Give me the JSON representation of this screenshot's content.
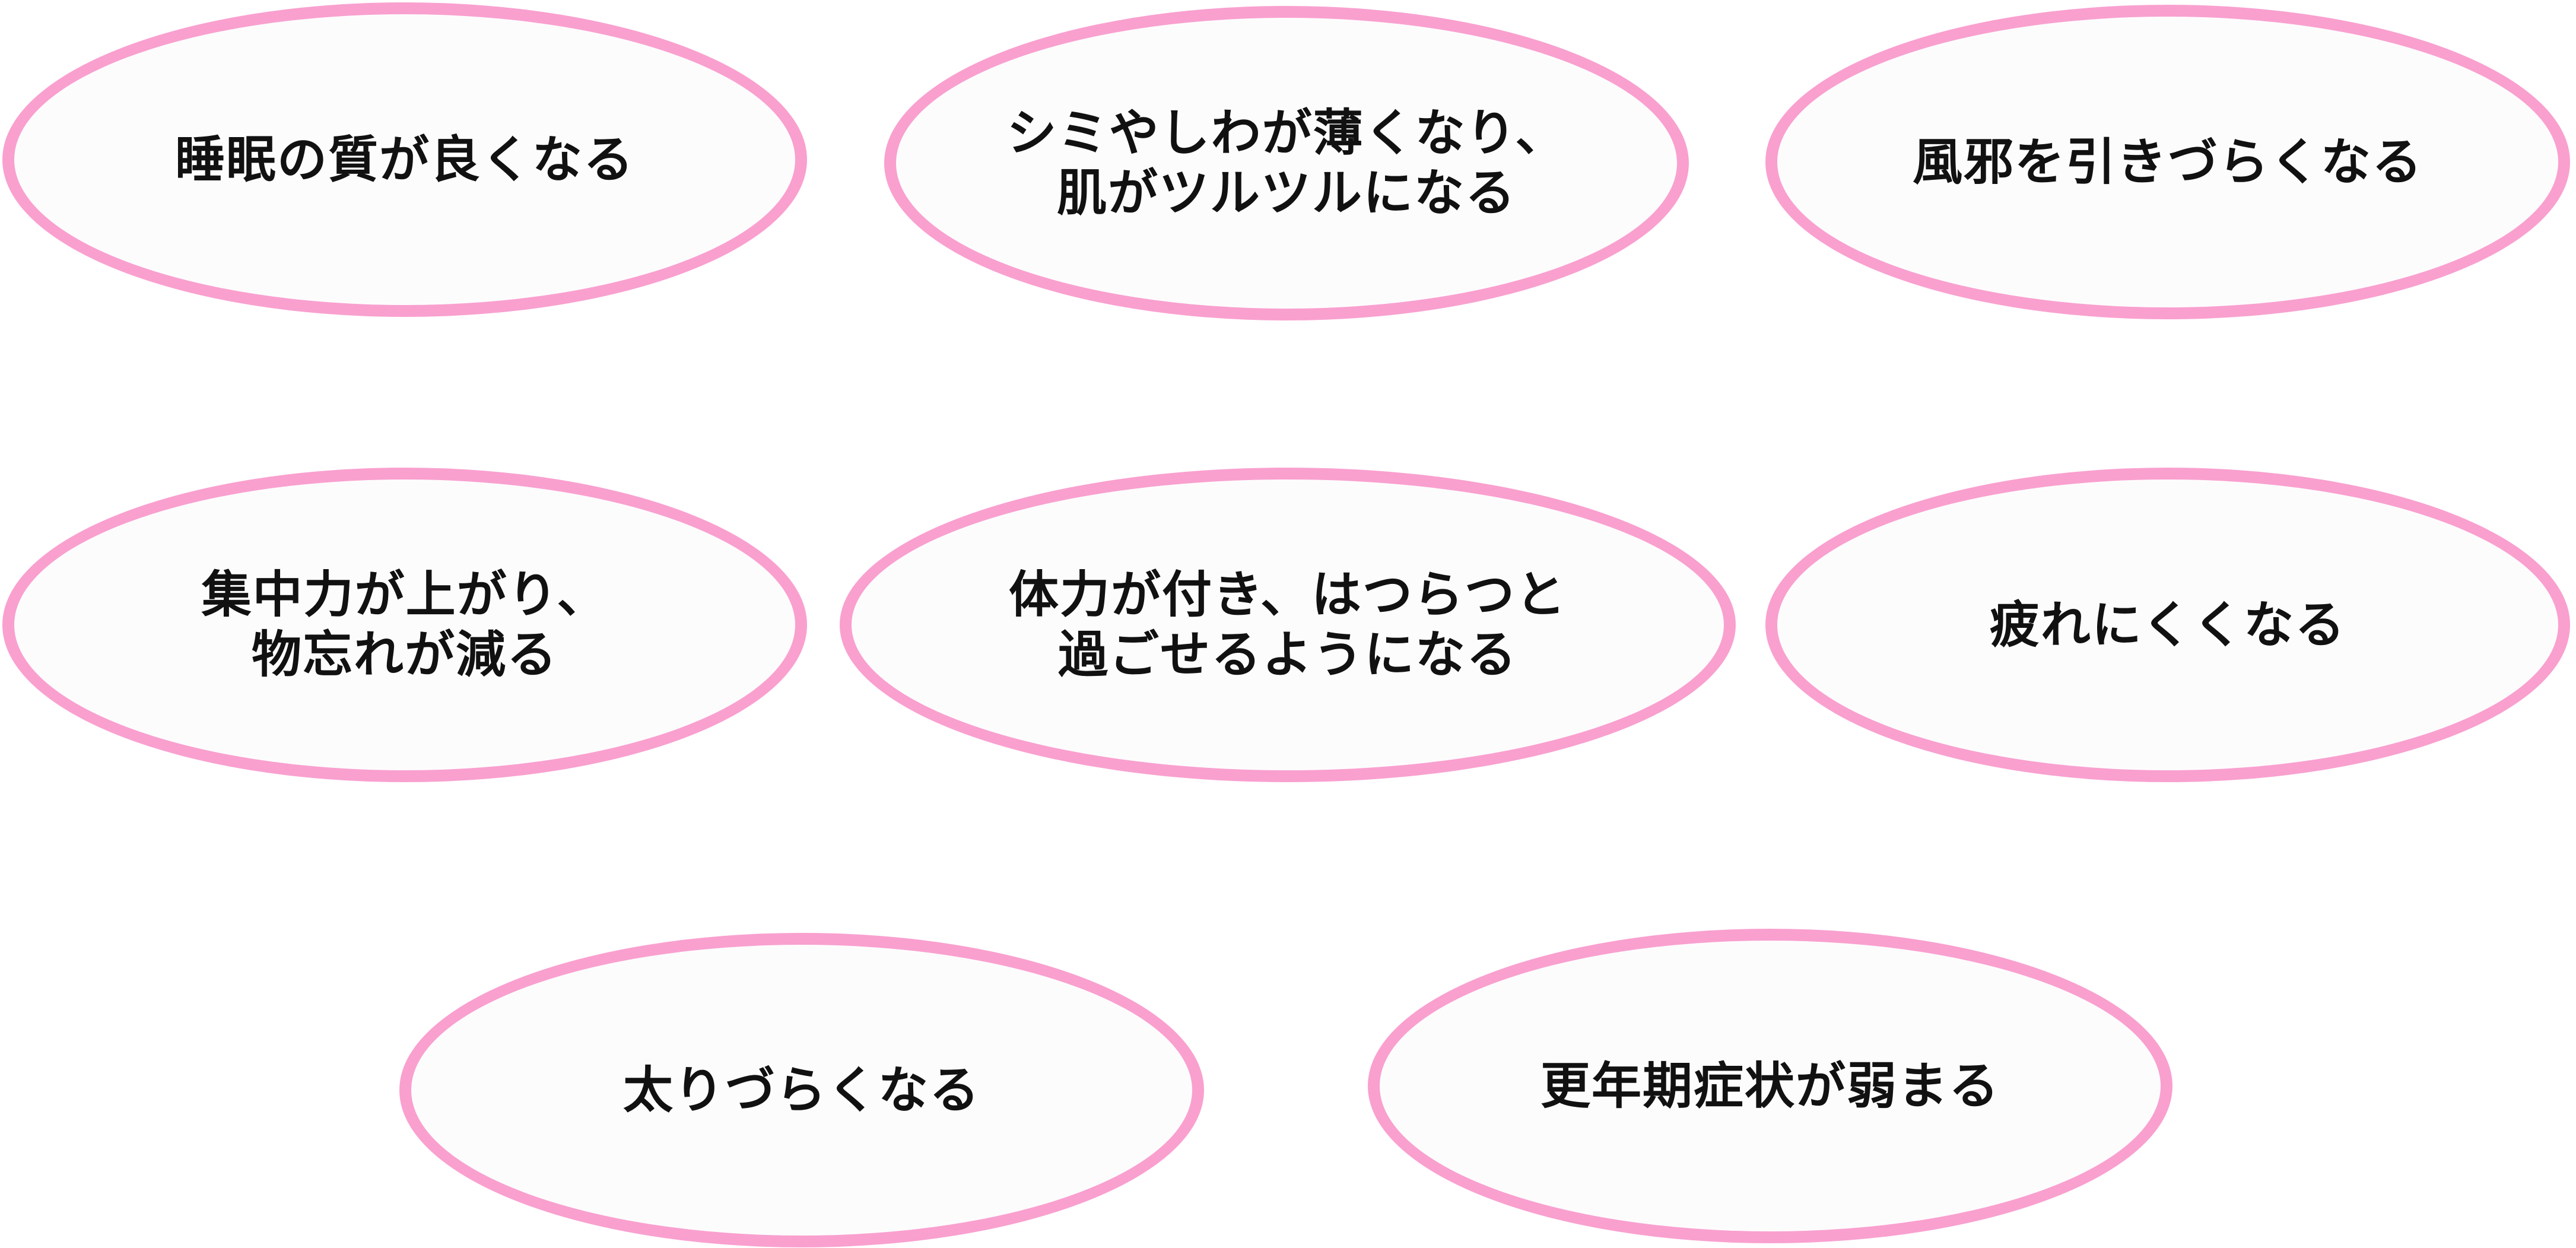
{
  "theme": {
    "ellipse_border_color": "#f9a0cf",
    "ellipse_fill_color": "#fdfcfd",
    "text_color": "#111111"
  },
  "benefits": [
    {
      "line1": "睡眠の質が良くなる",
      "line2": ""
    },
    {
      "line1": "シミやしわが薄くなり、",
      "line2": "肌がツルツルになる"
    },
    {
      "line1": "風邪を引きづらくなる",
      "line2": ""
    },
    {
      "line1": "集中力が上がり、",
      "line2": "物忘れが減る"
    },
    {
      "line1": "体力が付き、はつらつと",
      "line2": "過ごせるようになる"
    },
    {
      "line1": "疲れにくくなる",
      "line2": ""
    },
    {
      "line1": "太りづらくなる",
      "line2": ""
    },
    {
      "line1": "更年期症状が弱まる",
      "line2": ""
    }
  ]
}
